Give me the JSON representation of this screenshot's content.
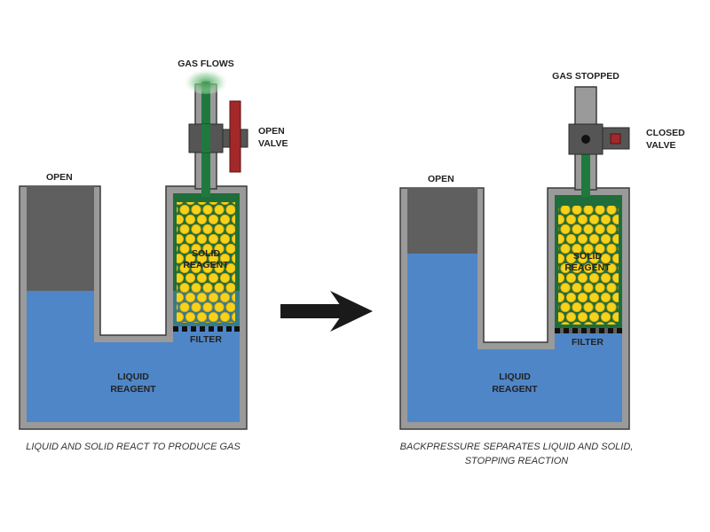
{
  "left": {
    "gas_label": "GAS FLOWS",
    "valve_label_1": "OPEN",
    "valve_label_2": "VALVE",
    "open_label": "OPEN",
    "solid_label_1": "SOLID",
    "solid_label_2": "REAGENT",
    "filter_label": "FILTER",
    "liquid_label_1": "LIQUID",
    "liquid_label_2": "REAGENT",
    "caption": "LIQUID AND SOLID REACT TO PRODUCE GAS"
  },
  "right": {
    "gas_label": "GAS STOPPED",
    "valve_label_1": "CLOSED",
    "valve_label_2": "VALVE",
    "open_label": "OPEN",
    "solid_label_1": "SOLID",
    "solid_label_2": "REAGENT",
    "filter_label": "FILTER",
    "liquid_label_1": "LIQUID",
    "liquid_label_2": "REAGENT",
    "caption_1": "BACKPRESSURE SEPARATES LIQUID AND SOLID,",
    "caption_2": "STOPPING REACTION"
  },
  "colors": {
    "tube": "#9a9a9a",
    "tube_outline": "#3a3a3a",
    "liquid": "#4f86c8",
    "gas_space": "#5f5f5f",
    "solid_bg": "#1f6d3a",
    "pellet": "#f7d21a",
    "valve_body": "#555555",
    "valve_handle": "#a3282a",
    "gas_glow": "#9fd8a6",
    "arrow": "#1a1a1a"
  }
}
